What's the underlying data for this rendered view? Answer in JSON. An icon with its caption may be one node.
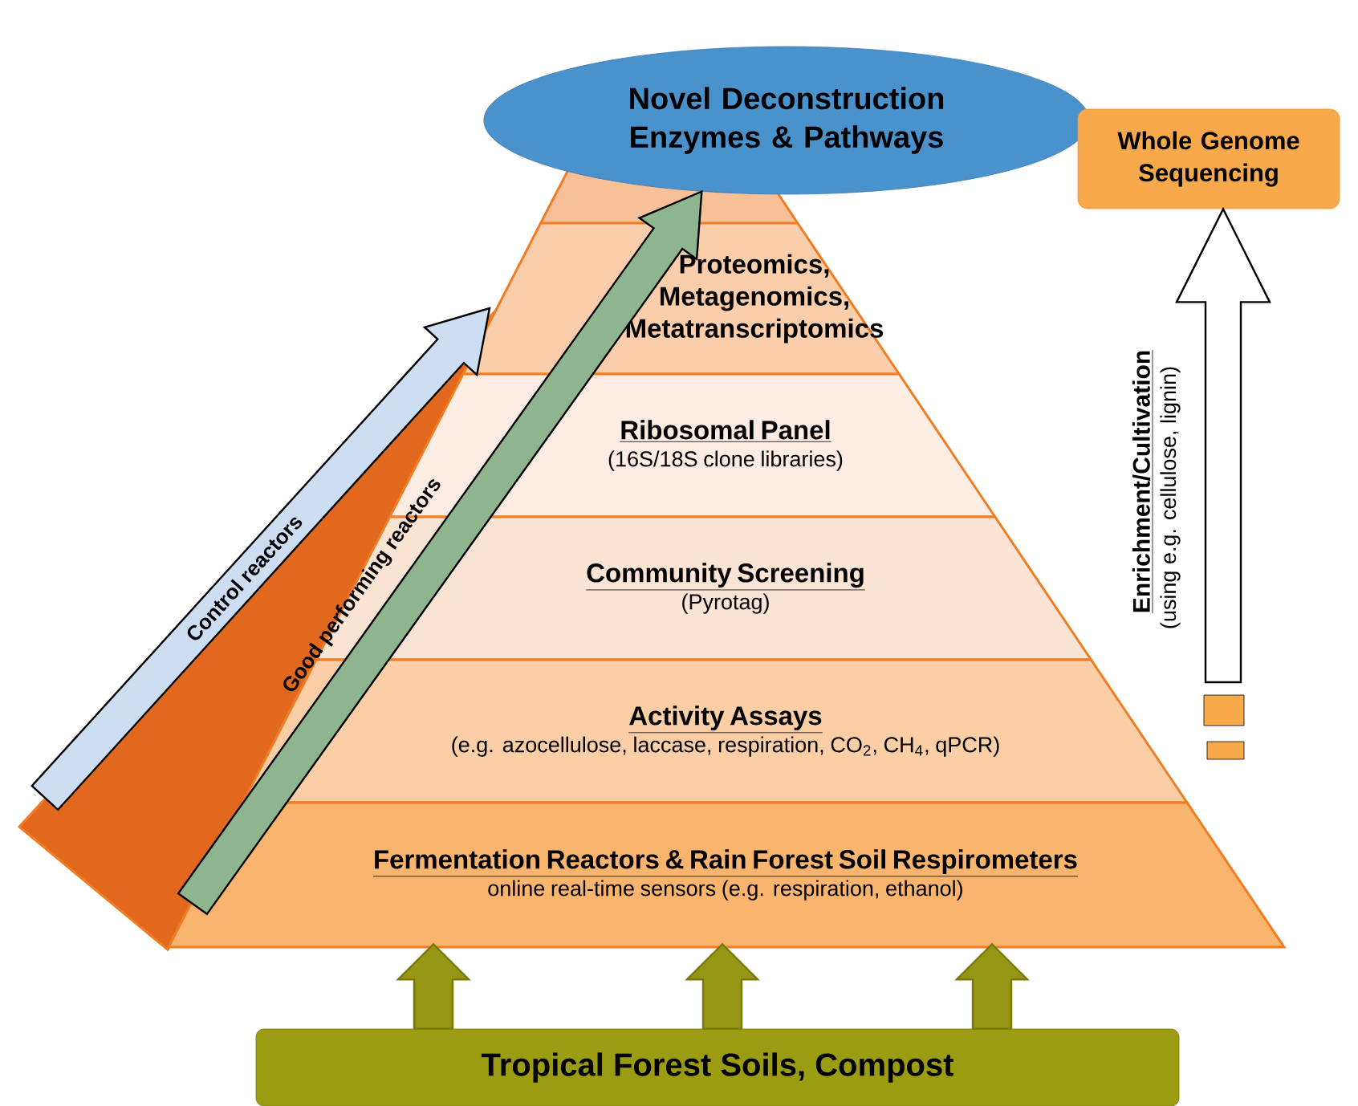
{
  "diagram": {
    "nodes": [
      {
        "text": [
          "Novel Deconstruction Enzymes & Pathways"
        ]
      },
      {
        "text": [
          "Proteomics, Metagenomics, Metatranscriptomics"
        ]
      },
      {
        "text": [
          "Ribosomal Panel",
          "(16S/18S clone libraries)"
        ]
      },
      {
        "text": [
          "Community Screening",
          "(Pyrotag)"
        ]
      },
      {
        "text": [
          "Activity Assays",
          "(e.g. azocellulose, laccase, respiration, CO$_{2}$, CH$_{4}$, qPCR)"
        ]
      },
      {
        "text": [
          "Fermentation Reactors & Rain Forest Soil Respirometers",
          "online real-time sensors (e.g. respiration, ethanol)"
        ]
      },
      {
        "text": [
          "Tropical Forest Soils, Compost"
        ]
      },
      {
        "text": [
          "Whole Genome Sequencing"
        ]
      }
    ],
    "edges": [
      {
        "from": 6,
        "to": 5,
        "arrow": "to"
      },
      {
        "from": 6,
        "to": 5,
        "arrow": "to"
      },
      {
        "from": 6,
        "to": 5,
        "arrow": "to"
      },
      {
        "from": null,
        "to": 0,
        "arrow": "to",
        "label": "Good performing reactors",
        "color": "#8fb58f"
      },
      {
        "from": null,
        "to": 7,
        "arrow": "to",
        "label": "Enrichment/Cultivation",
        "color": "#ffffff"
      }
    ],
    "labels": [
      "Control reactors",
      "(using e.g. cellulose, lignin)"
    ]
  }
}
